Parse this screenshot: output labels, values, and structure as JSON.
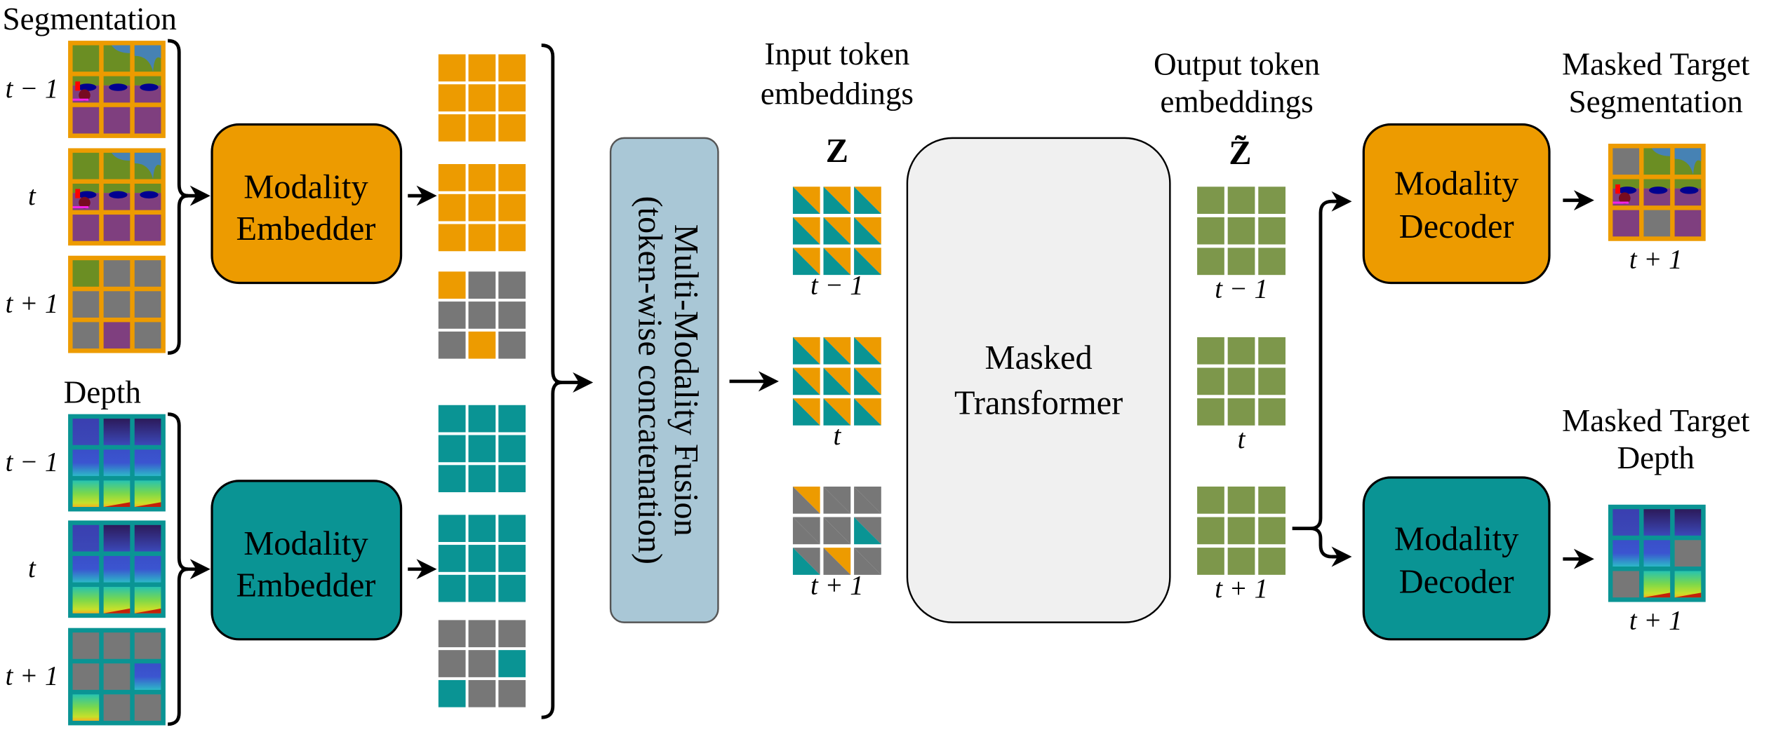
{
  "colors": {
    "segmentation": "#ED9B00",
    "depth": "#0A9494",
    "masked": "#777777",
    "output": "#7D974B",
    "fusion": "#A9C7D6",
    "transformer": "#F0F0F0",
    "seg_green": "#6B8E23",
    "seg_sky": "#4682B4",
    "seg_road": "#7F3F7F",
    "seg_car": "#000090",
    "seg_person": "#FF0000",
    "seg_bike": "#770B20",
    "seg_sidewalk": "#F423E8",
    "depth_far": "#2C1A5A",
    "depth_mid": "#3B55D0",
    "depth_near": "#2DB8C8",
    "depth_close": "#C7E02A"
  },
  "inputs": {
    "segmentation": {
      "title": "Segmentation",
      "frames": [
        {
          "label": "t − 1",
          "mask": [
            1,
            1,
            1,
            1,
            1,
            1,
            1,
            1,
            1
          ]
        },
        {
          "label": "t",
          "mask": [
            1,
            1,
            1,
            1,
            1,
            1,
            1,
            1,
            1
          ]
        },
        {
          "label": "t + 1",
          "mask": [
            1,
            0,
            0,
            0,
            0,
            0,
            0,
            1,
            0
          ]
        }
      ]
    },
    "depth": {
      "title": "Depth",
      "frames": [
        {
          "label": "t − 1",
          "mask": [
            1,
            1,
            1,
            1,
            1,
            1,
            1,
            1,
            1
          ]
        },
        {
          "label": "t",
          "mask": [
            1,
            1,
            1,
            1,
            1,
            1,
            1,
            1,
            1
          ]
        },
        {
          "label": "t + 1",
          "mask": [
            0,
            0,
            0,
            0,
            0,
            1,
            1,
            0,
            0
          ]
        }
      ]
    }
  },
  "embedders": {
    "segmentation": {
      "line1": "Modality",
      "line2": "Embedder"
    },
    "depth": {
      "line1": "Modality",
      "line2": "Embedder"
    }
  },
  "fusion": {
    "line1": "Multi-Modality Fusion",
    "line2": "(token-wise concatenation)"
  },
  "input_tokens": {
    "title_line1": "Input token",
    "title_line2": "embeddings",
    "symbol": "Z",
    "frames": [
      {
        "label": "t − 1",
        "seg": [
          1,
          1,
          1,
          1,
          1,
          1,
          1,
          1,
          1
        ],
        "depth": [
          1,
          1,
          1,
          1,
          1,
          1,
          1,
          1,
          1
        ]
      },
      {
        "label": "t",
        "seg": [
          1,
          1,
          1,
          1,
          1,
          1,
          1,
          1,
          1
        ],
        "depth": [
          1,
          1,
          1,
          1,
          1,
          1,
          1,
          1,
          1
        ]
      },
      {
        "label": "t + 1",
        "seg": [
          1,
          0,
          0,
          0,
          0,
          0,
          0,
          1,
          0
        ],
        "depth": [
          0,
          0,
          0,
          0,
          0,
          1,
          1,
          0,
          0
        ]
      }
    ]
  },
  "transformer": {
    "line1": "Masked",
    "line2": "Transformer"
  },
  "output_tokens": {
    "title_line1": "Output token",
    "title_line2": "embeddings",
    "symbol": "Z̃",
    "frames": [
      {
        "label": "t − 1"
      },
      {
        "label": "t"
      },
      {
        "label": "t + 1"
      }
    ]
  },
  "decoders": {
    "segmentation": {
      "line1": "Modality",
      "line2": "Decoder"
    },
    "depth": {
      "line1": "Modality",
      "line2": "Decoder"
    }
  },
  "targets": {
    "segmentation": {
      "title_line1": "Masked Target",
      "title_line2": "Segmentation",
      "label": "t + 1",
      "mask": [
        0,
        1,
        1,
        1,
        1,
        1,
        1,
        0,
        1
      ]
    },
    "depth": {
      "title_line1": "Masked Target",
      "title_line2": "Depth",
      "label": "t + 1",
      "mask": [
        1,
        1,
        1,
        1,
        1,
        0,
        0,
        1,
        1
      ]
    }
  }
}
